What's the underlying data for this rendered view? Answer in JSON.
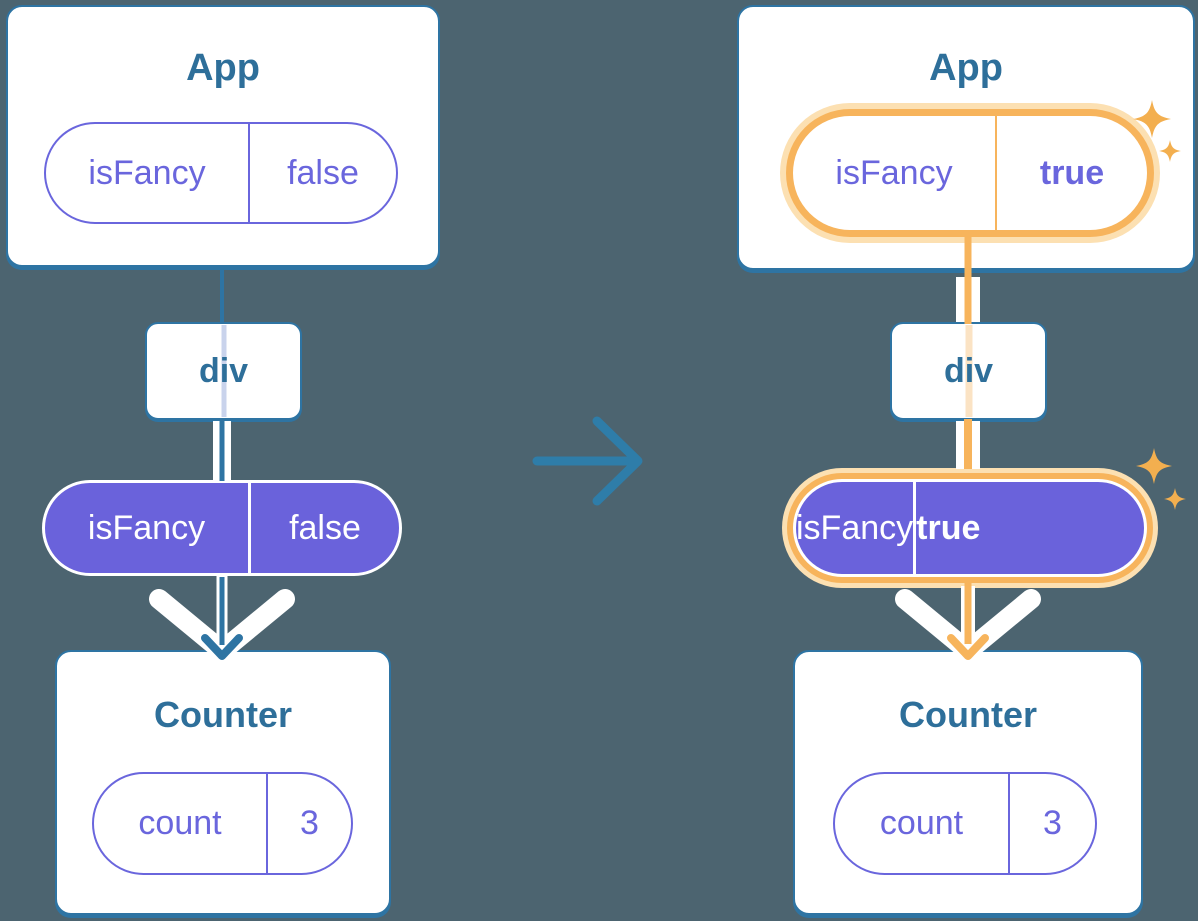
{
  "colors": {
    "bg": "#4C6470",
    "card_border": "#2E74A3",
    "heading": "#2E6F9A",
    "violet": "#6A66DD",
    "purple": "#6A62DB",
    "orange": "#F7B45C",
    "orange_light": "#FCE0B2",
    "trace_blue": "#C9D3EC",
    "trace_peach": "#FBE3C4",
    "sparkle": "#F3AF4F",
    "arrow": "#2E7DA9",
    "white": "#FFFFFF"
  },
  "icons": {
    "sparkle": "four-point-star",
    "transition": "right-arrow"
  },
  "before": {
    "app": {
      "title": "App"
    },
    "app_prop": {
      "name": "isFancy",
      "value": "false"
    },
    "div": {
      "label": "div"
    },
    "passed_prop": {
      "name": "isFancy",
      "value": "false"
    },
    "counter": {
      "title": "Counter"
    },
    "counter_state": {
      "name": "count",
      "value": "3"
    }
  },
  "after": {
    "app": {
      "title": "App"
    },
    "app_prop": {
      "name": "isFancy",
      "value": "true"
    },
    "div": {
      "label": "div"
    },
    "passed_prop": {
      "name": "isFancy",
      "value": "true"
    },
    "counter": {
      "title": "Counter"
    },
    "counter_state": {
      "name": "count",
      "value": "3"
    }
  }
}
